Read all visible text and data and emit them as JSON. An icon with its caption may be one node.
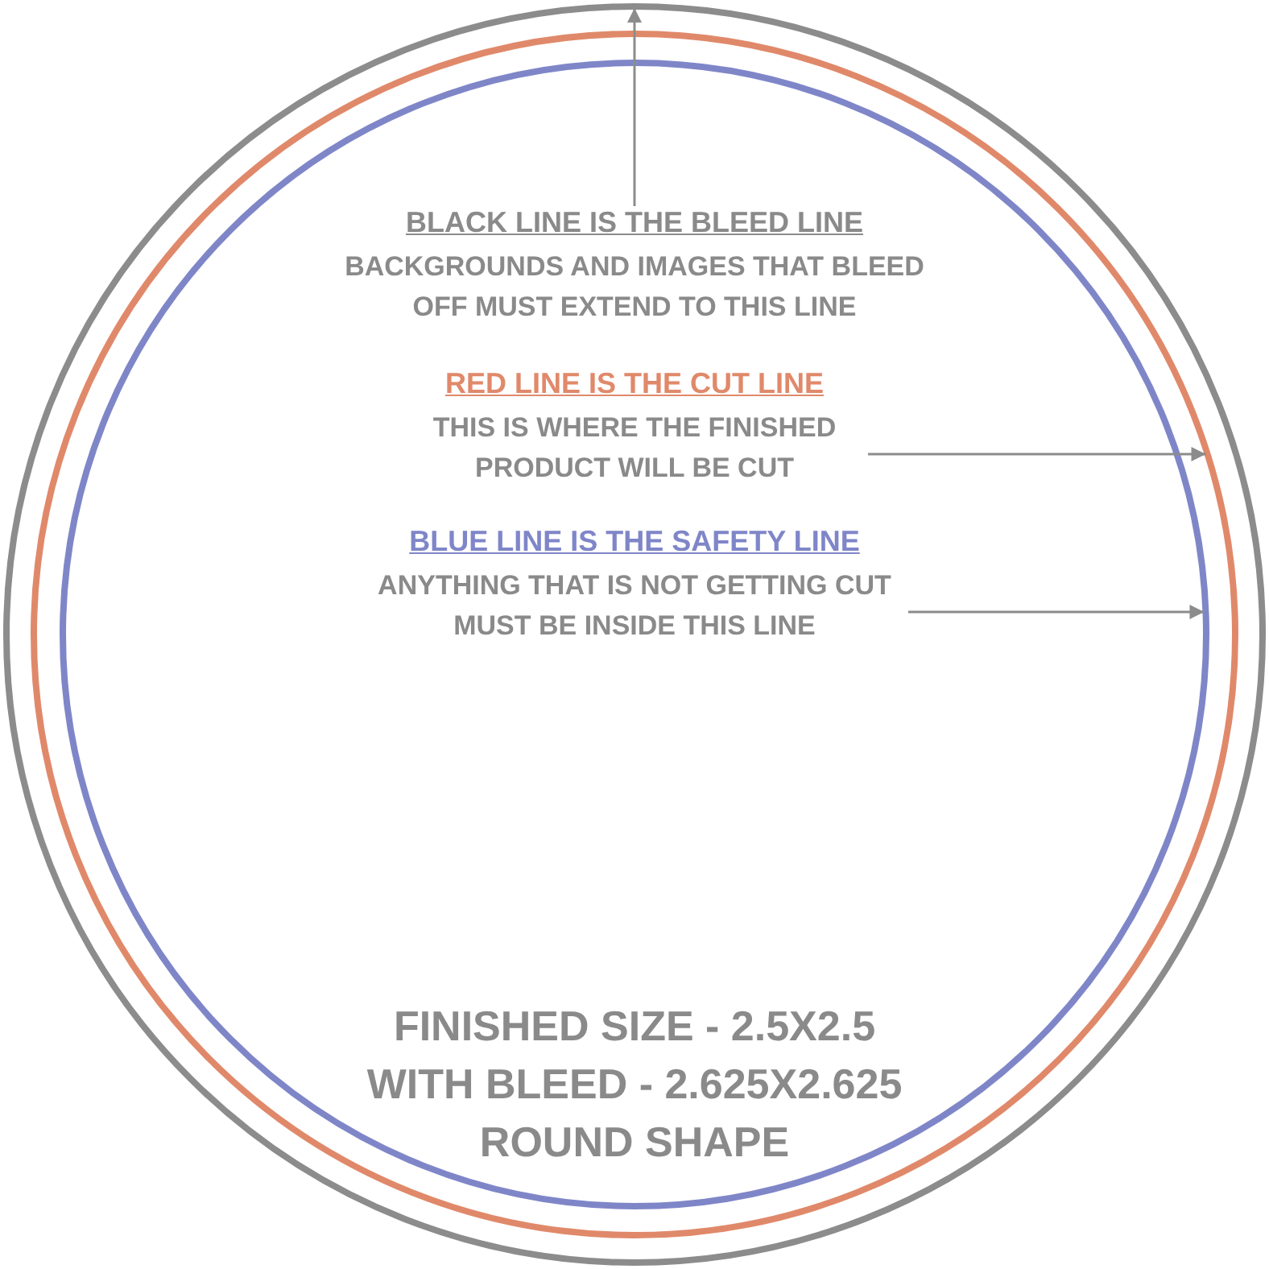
{
  "diagram": {
    "nodes": [
      {
        "text": [],
        "shape": "circle"
      },
      {
        "text": [],
        "shape": "circle",
        "in": 0
      },
      {
        "text": [],
        "shape": "circle",
        "in": 1
      },
      {
        "text": [
          "BLACK LINE IS THE BLEED LINE",
          "BACKGROUNDS AND IMAGES THAT BLEED OFF MUST EXTEND TO THIS LINE"
        ],
        "in": 2
      },
      {
        "text": [
          "RED LINE IS THE CUT LINE",
          "THIS IS WHERE THE FINISHED PRODUCT WILL BE CUT"
        ],
        "in": 2
      },
      {
        "text": [
          "BLUE LINE IS THE SAFETY LINE",
          "ANYTHING THAT IS NOT GETTING CUT MUST BE INSIDE THIS LINE"
        ],
        "in": 2
      }
    ],
    "edges": [
      {
        "from": 3,
        "to": 0,
        "arrow": "to"
      },
      {
        "from": 4,
        "to": 1,
        "arrow": "to"
      },
      {
        "from": 5,
        "to": 2,
        "arrow": "to"
      }
    ],
    "labels": [
      "FINISHED SIZE - 2.5X2.5",
      "WITH BLEED - 2.625X2.625",
      "ROUND SHAPE"
    ]
  }
}
